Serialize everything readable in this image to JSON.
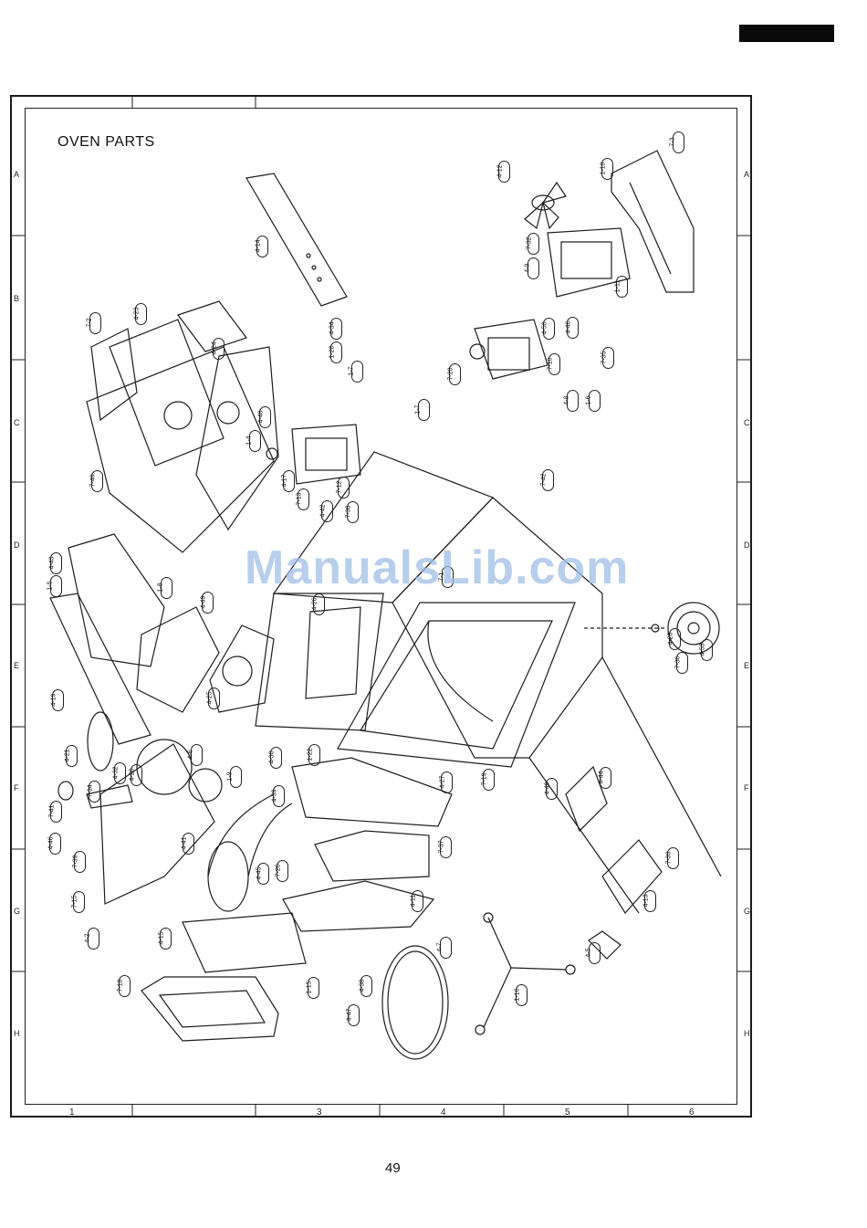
{
  "title": "OVEN PARTS",
  "page_number": "49",
  "watermark": "ManualsLib.com",
  "row_markers": [
    "A",
    "B",
    "C",
    "D",
    "E",
    "F",
    "G",
    "H"
  ],
  "column_markers": [
    "1",
    "3",
    "4",
    "5",
    "6"
  ],
  "part_callouts": [
    "4-14",
    "4-12",
    "1-10",
    "7-3",
    "7-32",
    "4-9",
    "1-11",
    "7-2",
    "4-23",
    "4-24",
    "4-34",
    "1-20",
    "1-7",
    "7-20",
    "1-7",
    "4-48",
    "4-50",
    "4-46",
    "7-35",
    "7-10",
    "4-8",
    "1-6",
    "1-4",
    "4-17",
    "7-13",
    "7-12",
    "7-38",
    "4-42",
    "7-42",
    "7-40",
    "4-43",
    "1-5",
    "1-8",
    "4-49",
    "7-1",
    "4-26",
    "4-28",
    "7-36",
    "4-53",
    "4-19",
    "4-25",
    "4-21",
    "4-32",
    "4-20",
    "7-34",
    "7-41",
    "4-6",
    "1-9",
    "4-30",
    "1-22",
    "7-19",
    "4-27",
    "4-40",
    "4-44",
    "4-46",
    "7-39",
    "4-41",
    "4-45",
    "4-39",
    "7-26",
    "7-37",
    "7-33",
    "4-13",
    "7-15",
    "4-2",
    "4-11",
    "4-15",
    "4-7",
    "4-5",
    "7-18",
    "1-15",
    "4-38",
    "4-47",
    "1-16",
    "4-47",
    "7-24",
    "4-37",
    "7-1",
    "7-6",
    "4-35",
    "7-30",
    "4-36",
    "4-33",
    "4-4",
    "4-1",
    "4-29",
    "4-54",
    "7-14",
    "7-24",
    "4-45",
    "7-21"
  ]
}
